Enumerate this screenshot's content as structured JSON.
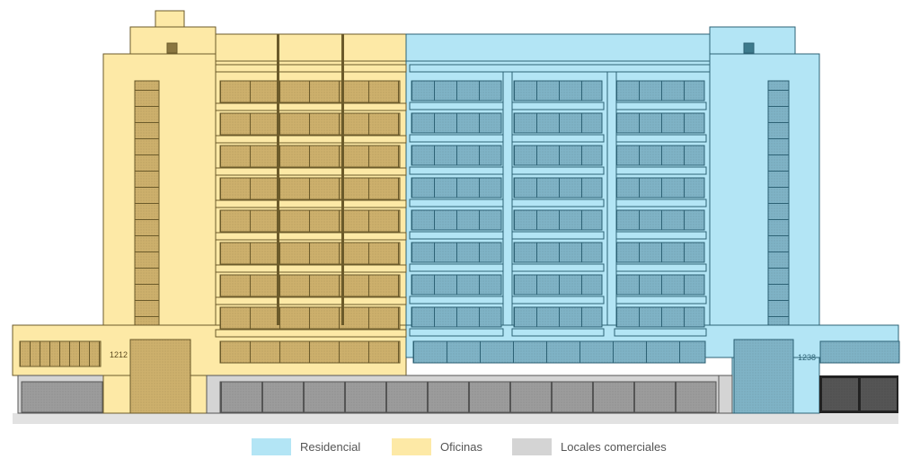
{
  "colors": {
    "residencial": "#b3e5f5",
    "oficinas": "#fde9a6",
    "locales": "#d4d4d4",
    "residencial_glass": "#7fb3c6",
    "oficinas_glass": "#cdb06c",
    "locales_glass": "#9c9c9c",
    "garage": "#555555"
  },
  "building": {
    "address_left": "1212",
    "address_right": "1238"
  },
  "legend": [
    {
      "label": "Residencial",
      "key": "residencial"
    },
    {
      "label": "Oficinas",
      "key": "oficinas"
    },
    {
      "label": "Locales comerciales",
      "key": "locales"
    }
  ]
}
